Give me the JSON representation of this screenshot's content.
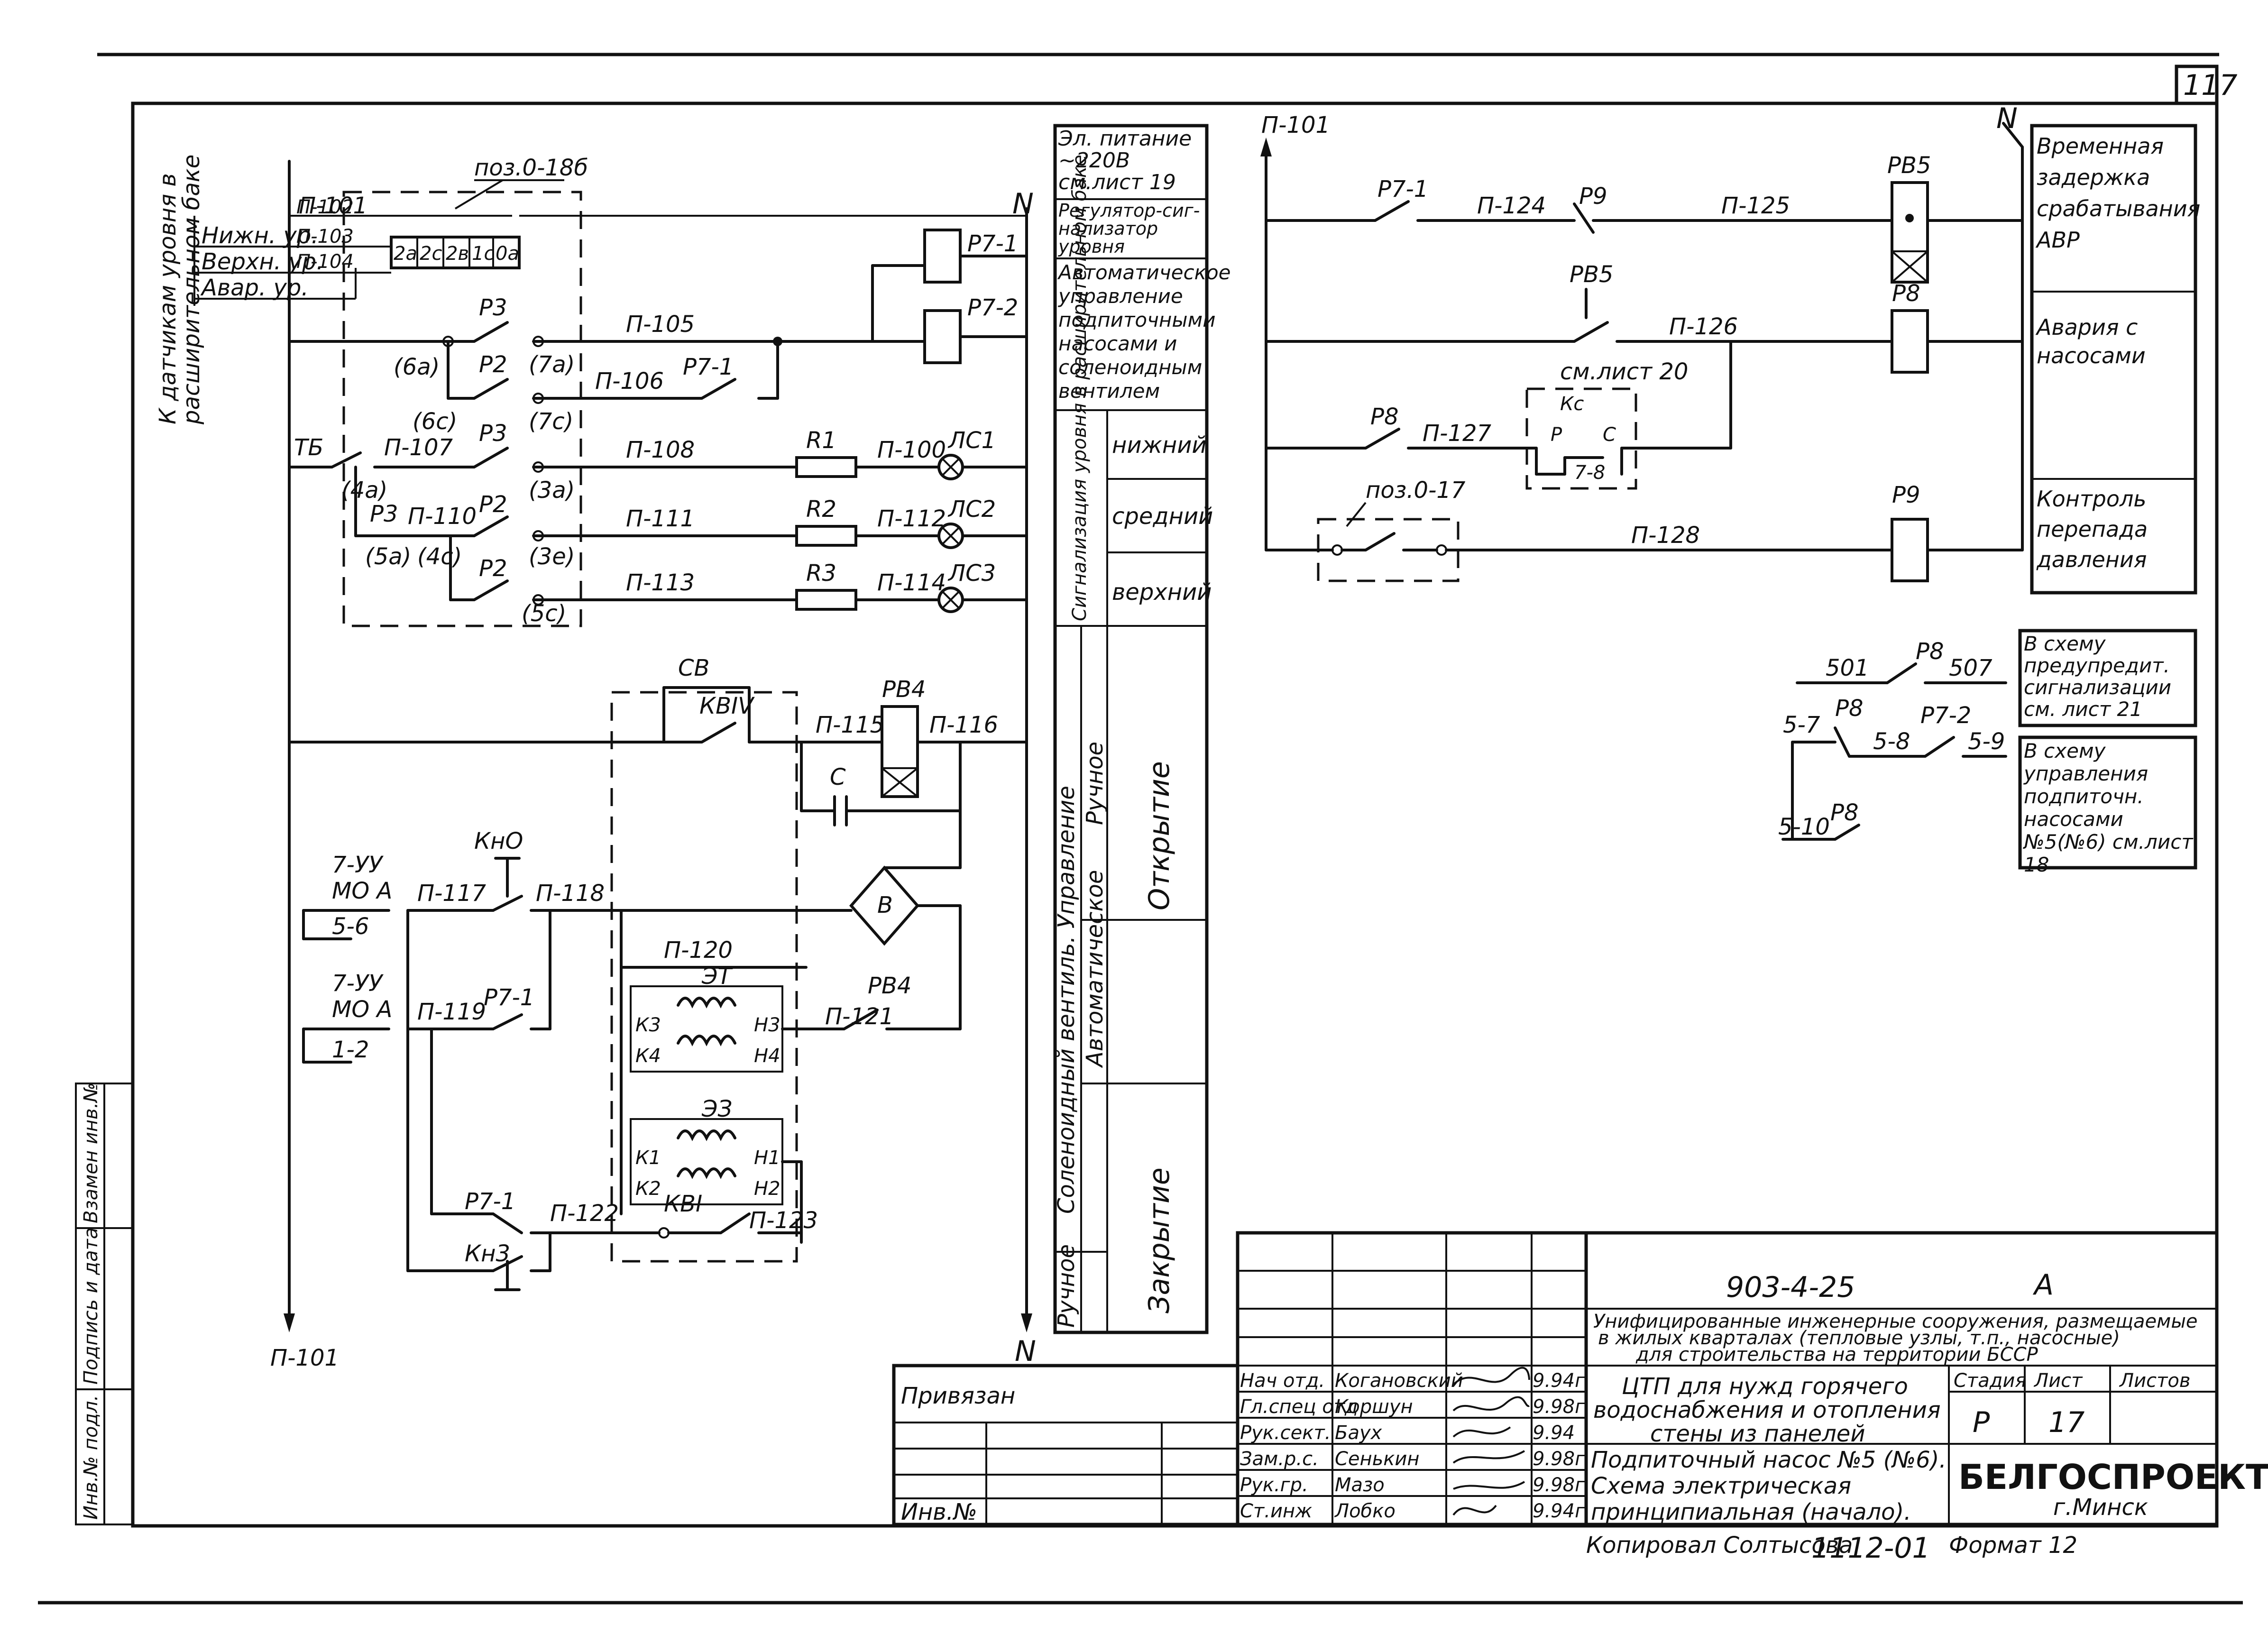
{
  "sheet_number": "117",
  "left_column": {
    "sensor_title_1": "К датчикам уровня в",
    "sensor_title_2": "расширительном баке",
    "levels": [
      "Нижн. ур.",
      "Верхн. ур.",
      "Авар. ур."
    ],
    "side_stamp": [
      "Инв.№ подл.",
      "Подпись и дата",
      "Взамен инв.№"
    ]
  },
  "left_circuit": {
    "position_label": "поз.0-18б",
    "top_bus": "П-101",
    "bottom_bus": "П-101",
    "neutral": "N",
    "sensor_wires": [
      "П-102",
      "П-103",
      "П-104"
    ],
    "terminals": [
      "2а",
      "2с",
      "2в",
      "1с",
      "0а"
    ],
    "relays_right": [
      "Р7-1",
      "Р7-2"
    ],
    "rung_wires": [
      "П-105",
      "П-106",
      "П-107",
      "П-108",
      "П-110",
      "П-111",
      "П-113",
      "П-100",
      "П-112",
      "П-114"
    ],
    "contacts": [
      "Р3",
      "Р2",
      "Р7-1",
      "Р3",
      "Р3",
      "Р2",
      "Р2"
    ],
    "contact_points": [
      "(6а)",
      "(7а)",
      "(6с)",
      "(7с)",
      "(4а)",
      "(3а)",
      "(5а)",
      "(4с)",
      "(3е)",
      "(5с)"
    ],
    "tb": "ТБ",
    "resistors": [
      "R1",
      "R2",
      "R3"
    ],
    "lamps": [
      "ЛС1",
      "ЛС2",
      "ЛС3"
    ],
    "valve": {
      "cb": "СВ",
      "kb4": "КВIV",
      "rb4": "РВ4",
      "wires": [
        "П-115",
        "П-116",
        "П-117",
        "П-118",
        "П-119",
        "П-120",
        "П-121",
        "П-122",
        "П-123"
      ],
      "capacitor": "С",
      "bridge": "В",
      "kno": "КнО",
      "knz": "Кн3",
      "switch1": [
        "7-УУ",
        "МО А",
        "5-6"
      ],
      "switch2": [
        "7-УУ",
        "МО А",
        "1-2"
      ],
      "p71a": "Р7-1",
      "p71b": "Р7-1",
      "rb4c": "РВ4",
      "et": "ЭТ",
      "ez": "ЭЗ",
      "coil_pins": [
        "К3",
        "Н3",
        "К4",
        "Н4",
        "К1",
        "Н1",
        "К2",
        "Н2"
      ],
      "kb1": "КВI"
    }
  },
  "legend": [
    "Эл. питание ~220В см.лист 19",
    "Регулятор-сиг-нализатор уровня",
    "Автоматическое управление подпиточными насосами и соленоидным вентилем",
    "Сигнализация уровня в расширительном баке",
    "нижний",
    "средний",
    "верхний",
    "Соленоидный вентиль. Управление",
    "Ручное",
    "Автоматическое",
    "Открытие",
    "Закрытие",
    "Ручное"
  ],
  "right_circuit": {
    "top_bus": "П-101",
    "neutral": "N",
    "contacts": [
      "Р7-1",
      "Р9",
      "РВ5",
      "Р8"
    ],
    "wires": [
      "П-124",
      "П-125",
      "П-126",
      "П-127",
      "П-128"
    ],
    "coils": [
      "РВ5",
      "Р8",
      "Р9"
    ],
    "sheet_ref": "см.лист 20",
    "kc": [
      "Кс",
      "Р",
      "С",
      "7-8"
    ],
    "pos": "поз.0-17"
  },
  "right_legend": [
    "Временная задержка срабатывания АВР",
    "Авария с насосами",
    "Контроль перепада давления"
  ],
  "remote": {
    "wires": [
      "501",
      "507",
      "5-7",
      "5-8",
      "5-9",
      "5-10"
    ],
    "contacts": [
      "Р8",
      "Р8",
      "Р7-2",
      "Р8"
    ],
    "note1": "В схему предупредит. сигнализации см. лист 21",
    "note2": "В схему управления подпиточн. насосами №5(№6) см.лист 18"
  },
  "title_block": {
    "doc_code": "903-4-25",
    "letter": "А",
    "project_1": "Унифицированные инженерные сооружения, размещаемые",
    "project_2": "в жилых кварталах (тепловые узлы, т.п., насосные)",
    "project_3": "для строительства на территории БССР",
    "object_1": "ЦТП для нужд горячего",
    "object_2": "водоснабжения и отопления",
    "object_3": "стены из панелей",
    "sheet_title_1": "Подпиточный насос №5 (№6).",
    "sheet_title_2": "Схема электрическая",
    "sheet_title_3": "принципиальная (начало).",
    "stage_head": "Стадия",
    "sheet_head": "Лист",
    "sheets_head": "Листов",
    "stage": "Р",
    "sheet": "17",
    "org": "БЕЛГОСПРОЕКТ",
    "city": "г.Минск",
    "bound": "Привязан",
    "inv": "Инв.№",
    "roles": [
      "Нач отд.",
      "Гл.спец отд",
      "Рук.сект.",
      "Зам.р.с.",
      "Рук.гр.",
      "Ст.инж"
    ],
    "names": [
      "Когановский",
      "Коршун",
      "Баух",
      "Сенькин",
      "Мазо",
      "Лобко"
    ],
    "dates": [
      "9.94г",
      "9.98г",
      "9.94",
      "9.98г",
      "9.98г",
      "9.94г"
    ],
    "copied": "Копировал Солтысова",
    "copy_code": "1112-01",
    "format": "Формат 12"
  }
}
